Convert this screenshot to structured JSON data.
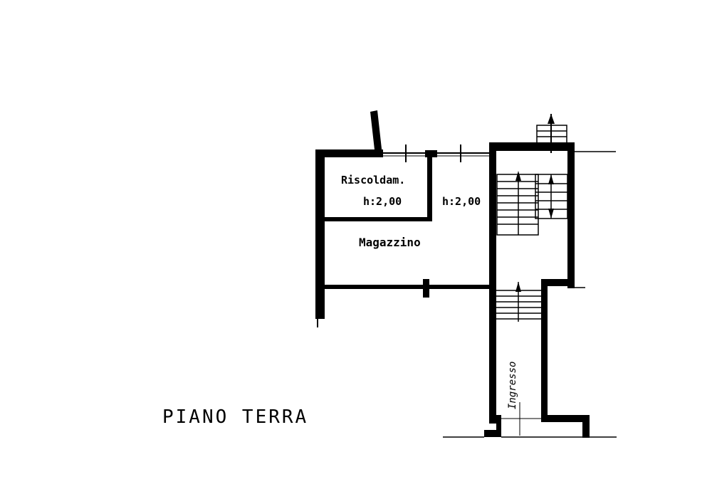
{
  "plan": {
    "title": "PIANO TERRA",
    "rooms": [
      {
        "name": "Riscoldam.",
        "height_label": "h:2,00"
      },
      {
        "name": "Magazzino",
        "height_label": "h:2,00"
      }
    ],
    "entrance_label": "Ingresso"
  }
}
